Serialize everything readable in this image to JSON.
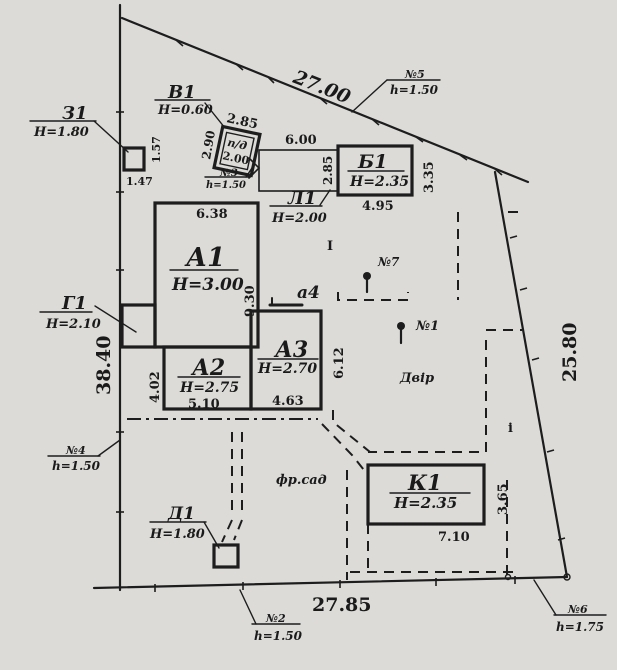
{
  "boundary": {
    "top": "27.00",
    "right": "25.80",
    "bottom": "27.85",
    "left": "38.40"
  },
  "buildings": {
    "a1": {
      "name": "А1",
      "height": "Н=3.00",
      "width": "6.38",
      "length": "9.30"
    },
    "a2": {
      "name": "А2",
      "height": "Н=2.75",
      "width": "5.10",
      "side": "4.02"
    },
    "a3": {
      "name": "А3",
      "height": "Н=2.70",
      "width": "4.63",
      "side": "6.12"
    },
    "a4": {
      "name": "а4"
    },
    "b1": {
      "name": "Б1",
      "height": "Н=2.35",
      "width": "4.95",
      "side": "3.35",
      "side2": "2.85"
    },
    "v1": {
      "name": "В1",
      "height": "Н=0.60",
      "top": "2.85",
      "left": "2.90",
      "label": "п/д",
      "value": "2.00"
    },
    "g1": {
      "name": "Г1",
      "height": "Н=2.10"
    },
    "z1": {
      "name": "З1",
      "height": "Н=1.80",
      "side": "1.57",
      "side2": "1.47"
    },
    "l1": {
      "name": "Л1",
      "height": "Н=2.00",
      "length": "6.00"
    },
    "k1": {
      "name": "К1",
      "height": "Н=2.35",
      "width": "7.10",
      "side": "3.65"
    },
    "d1": {
      "name": "Д1",
      "height": "Н=1.80"
    }
  },
  "fences": {
    "n2": {
      "name": "№2",
      "height": "h=1.50"
    },
    "n3": {
      "name": "№3",
      "height": "h=1.50"
    },
    "n4": {
      "name": "№4",
      "height": "h=1.50"
    },
    "n5": {
      "name": "№5",
      "height": "h=1.50"
    },
    "n6": {
      "name": "№6",
      "height": "h=1.75"
    }
  },
  "wells": {
    "n1": {
      "name": "№1"
    },
    "n7": {
      "name": "№7"
    }
  },
  "areas": {
    "yard": "Двір",
    "garden": "фр.сад",
    "roman_one": "I",
    "small_i": "і"
  }
}
